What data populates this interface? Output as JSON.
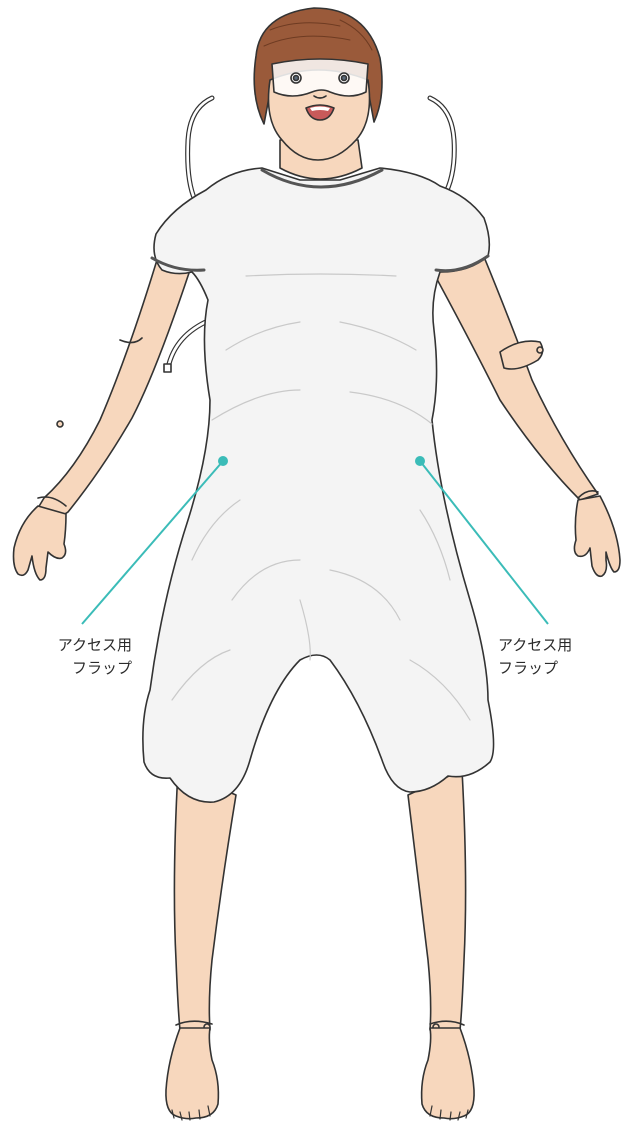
{
  "figure": {
    "subject": "manikin-in-gown",
    "colors": {
      "skin": "#f7d7bd",
      "skin_shade": "#eebd9c",
      "gown": "#f4f4f4",
      "gown_shadow": "#dcdcdc",
      "hair": "#9a5a3a",
      "outline": "#333333",
      "accent": "#3bbcb8",
      "tube": "#ffffff"
    }
  },
  "callouts": {
    "left": {
      "line1": "アクセス用",
      "line2": "フラップ"
    },
    "right": {
      "line1": "アクセス用",
      "line2": "フラップ"
    }
  }
}
